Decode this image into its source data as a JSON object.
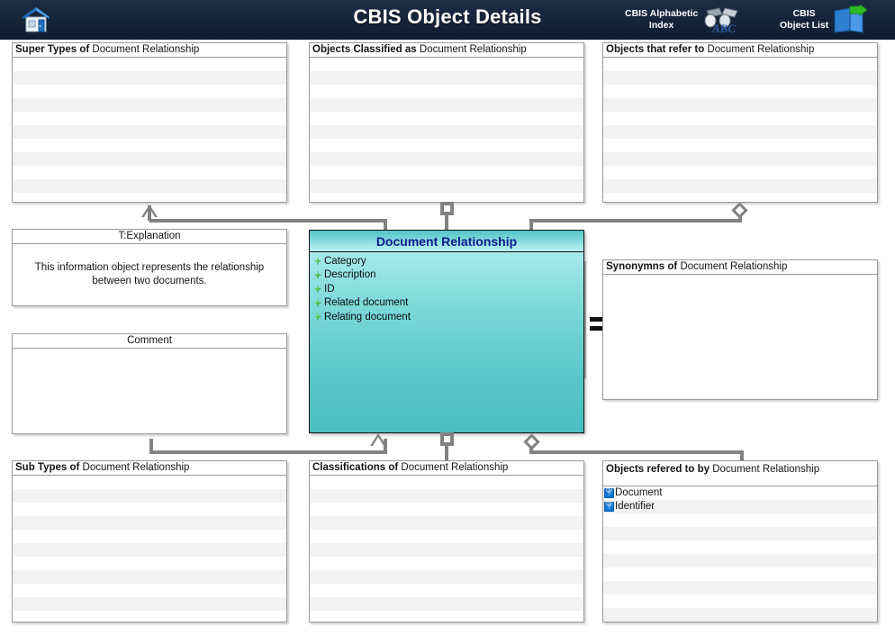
{
  "banner": {
    "title": "CBIS Object Details",
    "home_icon": "home-icon",
    "links": [
      {
        "id": "alphabetic-index",
        "label": "CBIS Alphabetic\nIndex",
        "icon": "binoculars-abc-icon"
      },
      {
        "id": "object-list",
        "label": "CBIS\nObject List",
        "icon": "book-export-icon"
      }
    ]
  },
  "object": {
    "name": "Document Relationship",
    "attributes": [
      "Category",
      "Description",
      "ID",
      "Related document",
      "Relating document"
    ],
    "bullet_icon": "green-diamond-icon",
    "header_color": "#101a8c",
    "fill_color": "#6ed2d3"
  },
  "panels": {
    "super_types": {
      "title": "Super Types of Document Relationship",
      "title_prefix": "Super Types of ",
      "title_object": "Document Relationship",
      "items": [],
      "row_count": 11
    },
    "classified_as": {
      "title": "Objects Classified as  Document Relationship",
      "title_prefix": "Objects Classified as ",
      "title_object": "Document Relationship",
      "items": [],
      "row_count": 11
    },
    "refer_to": {
      "title": "Objects that refer to   Document Relationship",
      "title_prefix": "Objects that refer to  ",
      "title_object": "Document Relationship",
      "items": [],
      "row_count": 11
    },
    "explanation": {
      "title": "T:Explanation",
      "text": "This information object represents the relationship between two documents."
    },
    "comment": {
      "title": "Comment",
      "text": ""
    },
    "synonymns": {
      "title": "Synonymns  of Document Relationship",
      "title_prefix": "Synonymns  of ",
      "title_object": "Document Relationship",
      "items": []
    },
    "sub_types": {
      "title": "Sub Types of Document Relationship",
      "title_prefix": "Sub Types of ",
      "title_object": "Document Relationship",
      "items": [],
      "row_count": 11
    },
    "classifications": {
      "title": "Classifications of Document Relationship",
      "title_prefix": "Classifications of ",
      "title_object": "Document Relationship",
      "items": [],
      "row_count": 11
    },
    "refered_to_by": {
      "title": "Objects refered to by   Document Relationship",
      "title_prefix": "Objects refered to by  ",
      "title_object": "Document Relationship",
      "items": [
        {
          "label": "Document",
          "icon": "object-ref-icon"
        },
        {
          "label": "Identifier",
          "icon": "object-ref-icon"
        }
      ],
      "row_count": 11
    }
  },
  "connectors": {
    "generalization_icon": "triangle-icon",
    "classification_icon": "square-icon",
    "reference_icon": "diamond-icon",
    "synonym_icon": "equals-icon"
  }
}
